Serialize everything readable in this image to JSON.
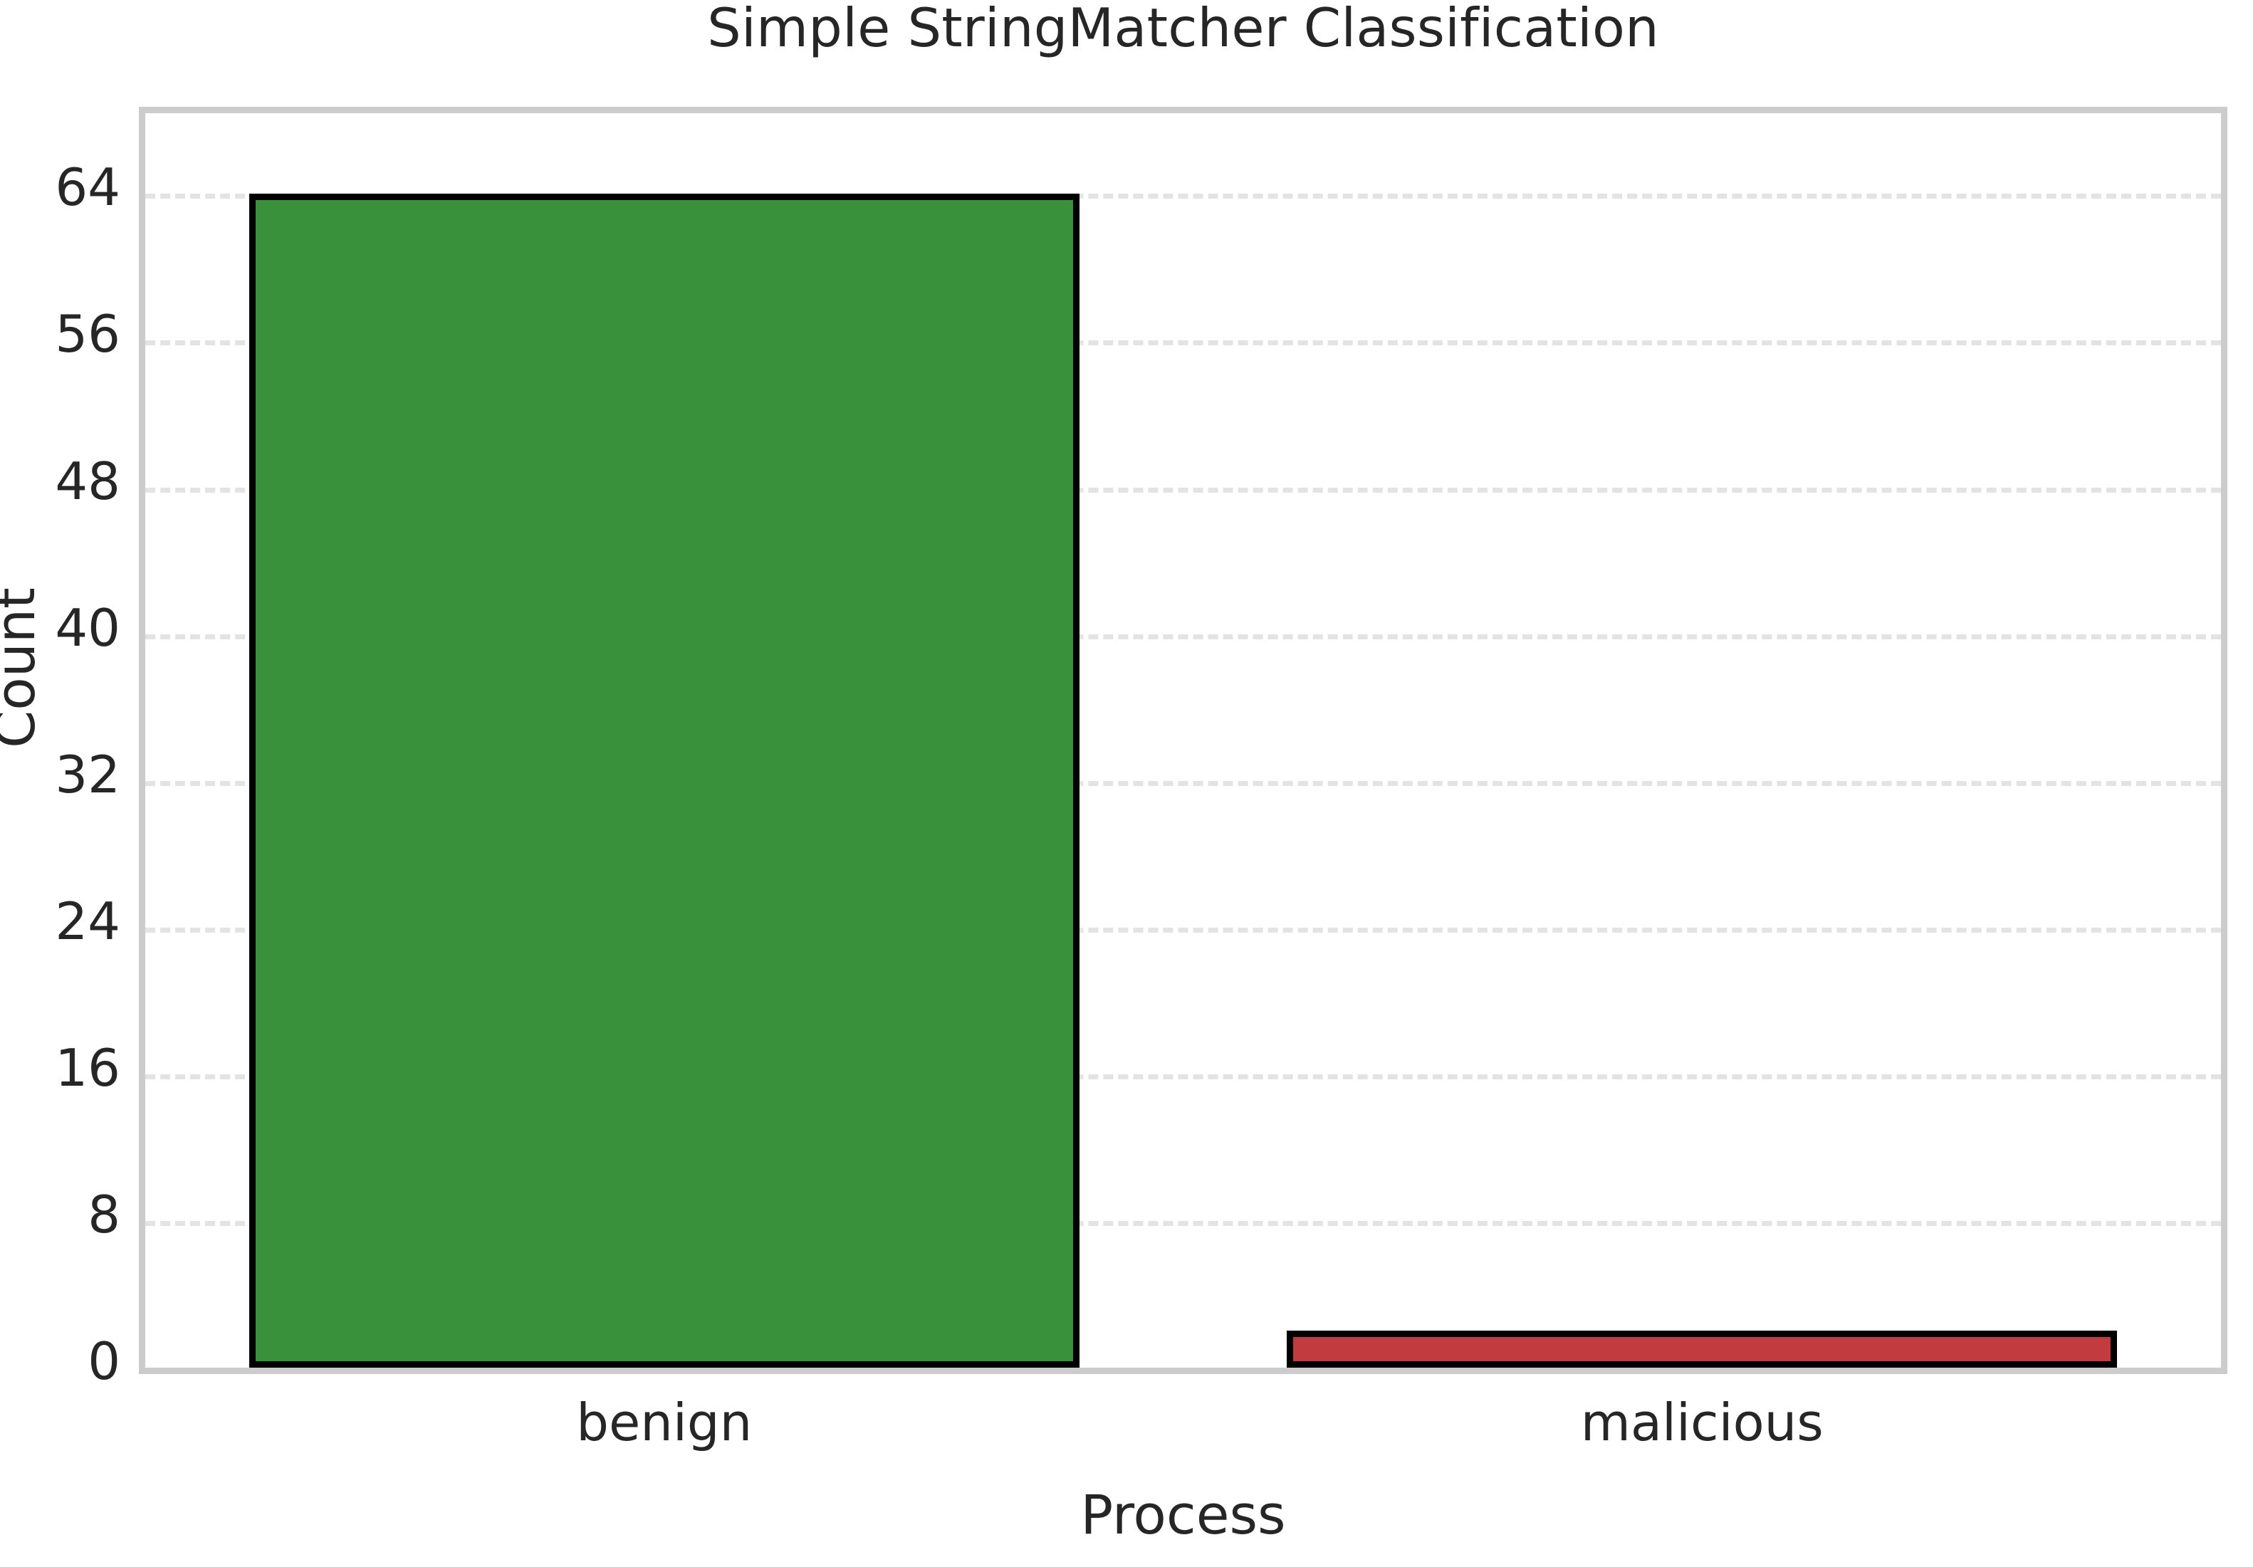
{
  "chart_data": {
    "type": "bar",
    "title": "Simple StringMatcher Classification",
    "xlabel": "Process",
    "ylabel": "Count",
    "categories": [
      "benign",
      "malicious"
    ],
    "values": [
      64,
      2
    ],
    "series": [
      {
        "name": "Count",
        "values": [
          64,
          2
        ]
      }
    ],
    "bar_colors": [
      "#3a913c",
      "#c23b3f"
    ],
    "bar_edge_color": "#000000",
    "yticks": [
      0,
      8,
      16,
      24,
      32,
      40,
      48,
      56,
      64
    ],
    "ytick_labels": [
      "0",
      "8",
      "16",
      "24",
      "32",
      "40",
      "48",
      "56",
      "64"
    ],
    "ylim": [
      0,
      68.4
    ],
    "xlim": [
      -0.5,
      1.5
    ],
    "grid": true,
    "grid_axis": "y",
    "grid_style": "dashed",
    "grid_color": "#e3e3e3",
    "legend": null,
    "legend_position": "none",
    "axes_edge_color": "#cccccc",
    "background_color": "#ffffff",
    "text_color": "#262626"
  }
}
